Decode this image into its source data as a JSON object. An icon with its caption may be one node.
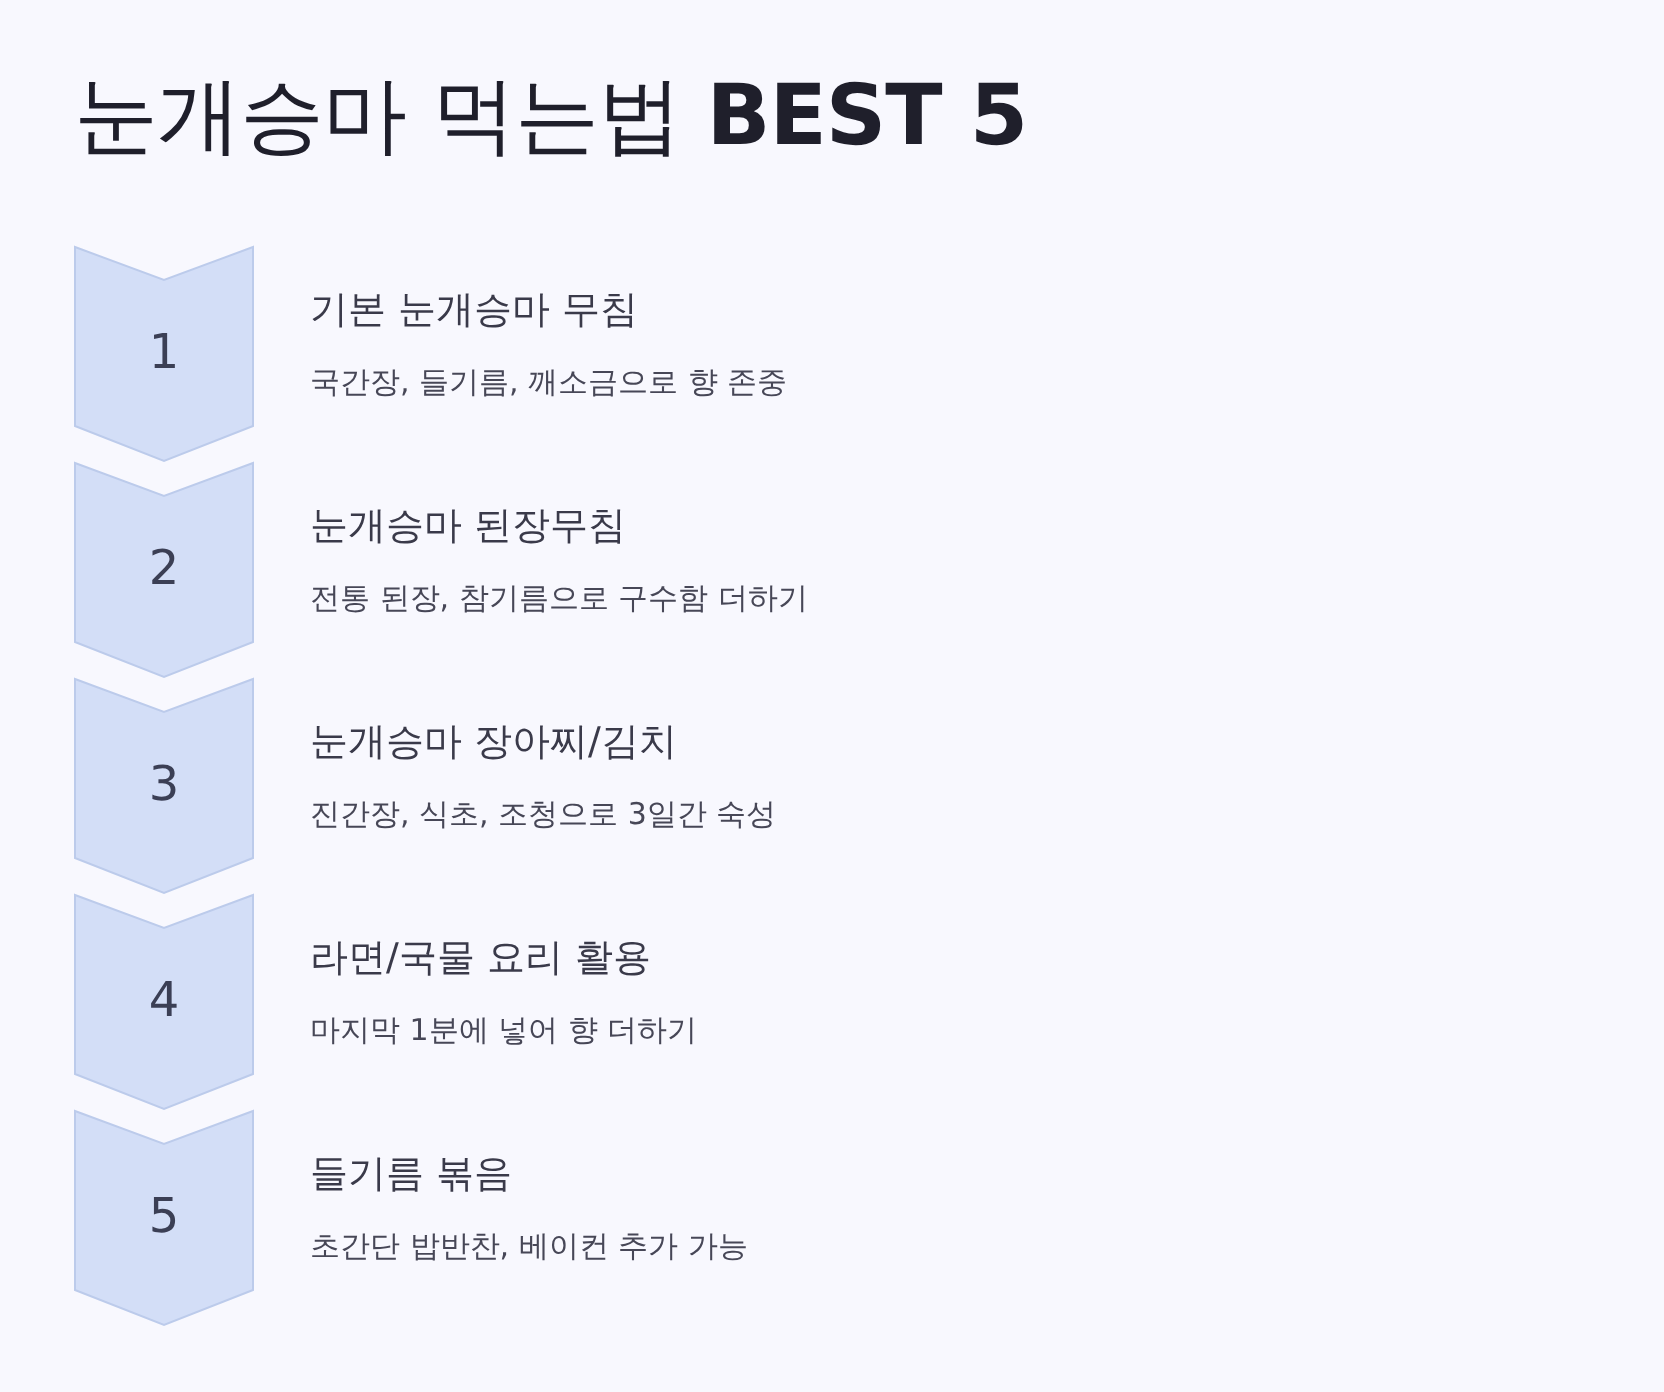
{
  "diagram": {
    "title": "눈개승마 먹는법 **BEST 5**",
    "nodes": [
      {
        "text": [
          "1"
        ],
        "beside": [
          "기본 눈개승마 무침",
          "국간장, 들기름, 깨소금으로 향 존중"
        ]
      },
      {
        "text": [
          "2"
        ],
        "beside": [
          "눈개승마 된장무침",
          "전통 된장, 참기름으로 구수함 더하기"
        ]
      },
      {
        "text": [
          "3"
        ],
        "beside": [
          "눈개승마 장아찌/김치",
          "진간장, 식초, 조청으로 3일간 숙성"
        ]
      },
      {
        "text": [
          "4"
        ],
        "beside": [
          "라면/국물 요리 활용",
          "마지막 1분에 넣어 향 더하기"
        ]
      },
      {
        "text": [
          "5"
        ],
        "beside": [
          "들기름 볶음",
          "초간단 밥반찬, 베이컨 추가 가능"
        ]
      }
    ]
  }
}
